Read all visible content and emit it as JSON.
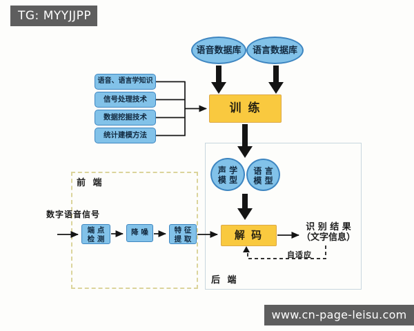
{
  "badge": {
    "text": "TG: MYYJJPP"
  },
  "databases": [
    {
      "label": "语音数据库"
    },
    {
      "label": "语言数据库"
    }
  ],
  "knowledge": {
    "items": [
      {
        "label": "语音、语言学知识"
      },
      {
        "label": "信号处理技术"
      },
      {
        "label": "数据挖掘技术"
      },
      {
        "label": "统计建模方法"
      }
    ]
  },
  "train": {
    "label": "训 练"
  },
  "models": [
    {
      "line1": "声 学",
      "line2": "模 型"
    },
    {
      "line1": "语 言",
      "line2": "模 型"
    }
  ],
  "decode": {
    "label": "解 码"
  },
  "result": {
    "line1": "识 别 结 果",
    "line2": "（文字信息）"
  },
  "feedback": {
    "label": "自适应"
  },
  "frontend": {
    "label": "前 端",
    "signal": "数字语音信号",
    "steps": [
      {
        "line1": "端 点",
        "line2": "检 测"
      },
      {
        "line1": "降 噪"
      },
      {
        "line1": "特 征",
        "line2": "提 取"
      }
    ]
  },
  "backend": {
    "label": "后 端"
  },
  "watermark": {
    "text": "www.cn-page-leisu.com"
  },
  "colors": {
    "node_blue_fill": "#82c2e9",
    "node_blue_border": "#3d85c0",
    "node_yellow_fill": "#f9c93f",
    "node_yellow_border": "#dca846",
    "frontend_border": "#dbd49b",
    "backend_border": "#c7d6de",
    "badge_bg": "#5e5e5e",
    "arrow": "#141414"
  }
}
